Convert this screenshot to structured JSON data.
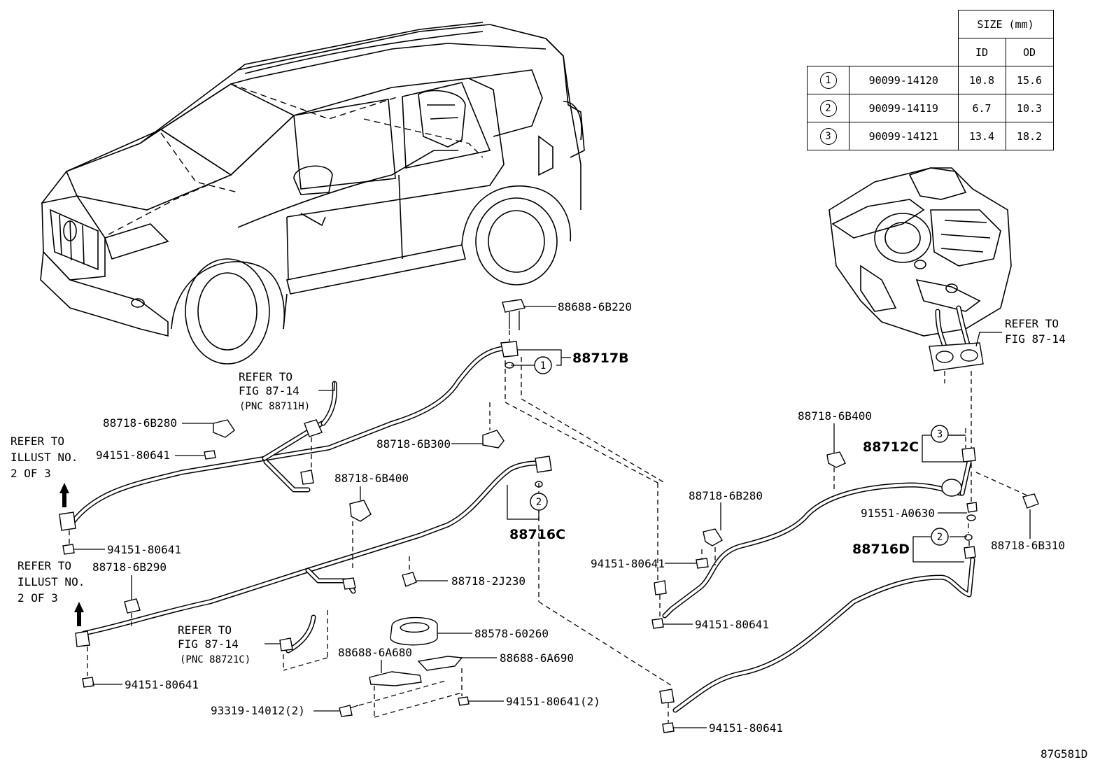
{
  "size_table": {
    "size_header": "SIZE (mm)",
    "col_id": "ID",
    "col_od": "OD",
    "rows": [
      {
        "ref": "1",
        "part": "90099-14120",
        "id": "10.8",
        "od": "15.6"
      },
      {
        "ref": "2",
        "part": "90099-14119",
        "id": "6.7",
        "od": "10.3"
      },
      {
        "ref": "3",
        "part": "90099-14121",
        "id": "13.4",
        "od": "18.2"
      }
    ]
  },
  "callouts": {
    "c1": "1",
    "c2a": "2",
    "c2b": "2",
    "c3": "3"
  },
  "labels": {
    "p88688_6b220": "88688-6B220",
    "p88717b": "88717B",
    "refer_fig_top_1": "REFER TO",
    "refer_fig_top_2": "FIG 87-14",
    "refer_fig_top_3": "(PNC 88711H)",
    "p88718_6b280_left": "88718-6B280",
    "refer_illust_top_1": "REFER TO",
    "refer_illust_top_2": "ILLUST NO.",
    "refer_illust_top_3": "2 OF 3",
    "p94151_a": "94151-80641",
    "p88718_6b300": "88718-6B300",
    "p88718_6b400_mid": "88718-6B400",
    "p88716c": "88716C",
    "p94151_b": "94151-80641",
    "refer_illust_bot_1": "REFER TO",
    "refer_illust_bot_2": "ILLUST NO.",
    "refer_illust_bot_3": "2 OF 3",
    "p88718_6b290": "88718-6B290",
    "p88718_2j230": "88718-2J230",
    "refer_fig_bot_1": "REFER TO",
    "refer_fig_bot_2": "FIG 87-14",
    "refer_fig_bot_3": "(PNC 88721C)",
    "p94151_c": "94151-80641",
    "p88578_60260": "88578-60260",
    "p88688_6a680": "88688-6A680",
    "p88688_6a690": "88688-6A690",
    "p93319_14012": "93319-14012(2)",
    "p94151_80641_2": "94151-80641(2)",
    "refer_fig_right_1": "REFER TO",
    "refer_fig_right_2": "FIG 87-14",
    "p88718_6b400_right": "88718-6B400",
    "p88712c": "88712C",
    "p88718_6b280_right": "88718-6B280",
    "p91551_a0630": "91551-A0630",
    "p94151_d": "94151-80641",
    "p88716d": "88716D",
    "p88718_6b310": "88718-6B310",
    "p94151_e": "94151-80641",
    "p94151_f": "94151-80641",
    "diagram_code": "87G581D"
  }
}
